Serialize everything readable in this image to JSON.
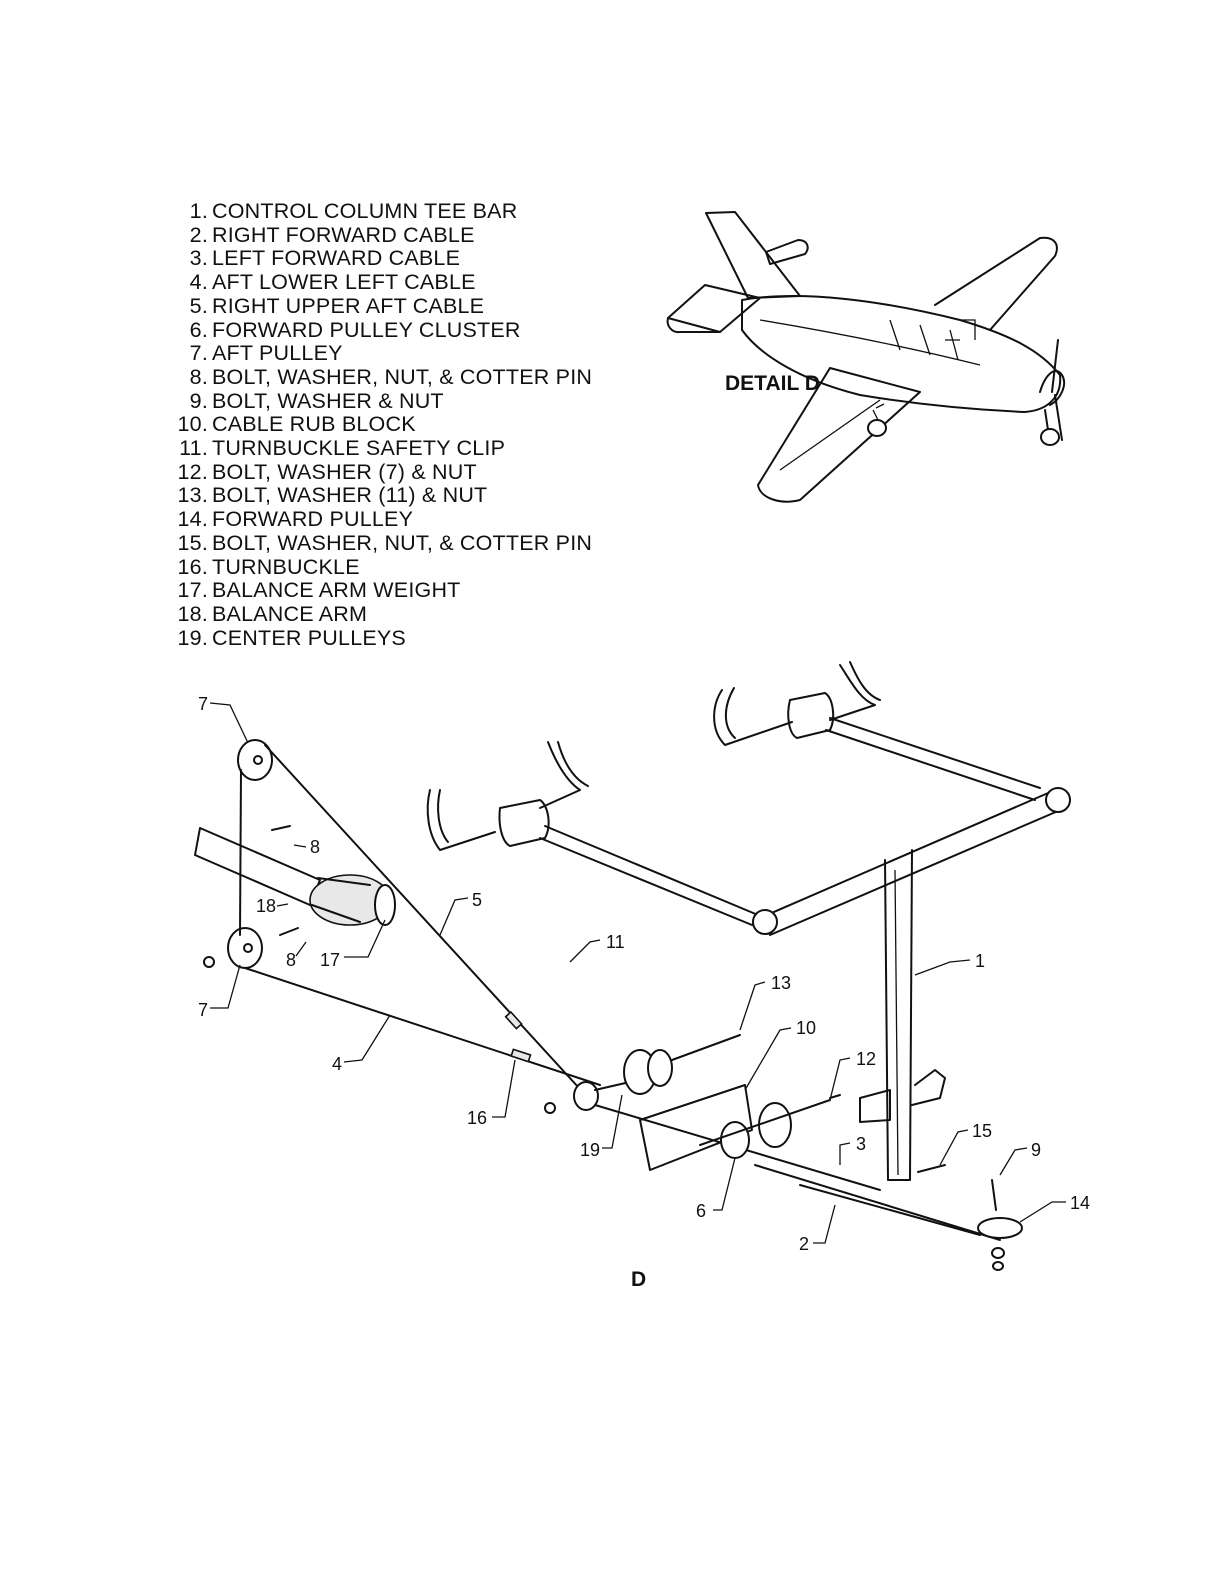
{
  "legend": [
    {
      "num": "1.",
      "text": "CONTROL COLUMN TEE BAR"
    },
    {
      "num": "2.",
      "text": "RIGHT FORWARD CABLE"
    },
    {
      "num": "3.",
      "text": "LEFT FORWARD CABLE"
    },
    {
      "num": "4.",
      "text": "AFT LOWER LEFT CABLE"
    },
    {
      "num": "5.",
      "text": "RIGHT UPPER AFT CABLE"
    },
    {
      "num": "6.",
      "text": "FORWARD PULLEY CLUSTER"
    },
    {
      "num": "7.",
      "text": "AFT PULLEY"
    },
    {
      "num": "8.",
      "text": "BOLT, WASHER, NUT, & COTTER PIN"
    },
    {
      "num": "9.",
      "text": "BOLT, WASHER & NUT"
    },
    {
      "num": "10.",
      "text": "CABLE RUB BLOCK"
    },
    {
      "num": "11.",
      "text": "TURNBUCKLE SAFETY CLIP"
    },
    {
      "num": "12.",
      "text": "BOLT, WASHER (7) & NUT"
    },
    {
      "num": "13.",
      "text": "BOLT, WASHER (11) & NUT"
    },
    {
      "num": "14.",
      "text": "FORWARD PULLEY"
    },
    {
      "num": "15.",
      "text": "BOLT, WASHER, NUT, & COTTER PIN"
    },
    {
      "num": "16.",
      "text": "TURNBUCKLE"
    },
    {
      "num": "17.",
      "text": "BALANCE ARM WEIGHT"
    },
    {
      "num": "18.",
      "text": "BALANCE ARM"
    },
    {
      "num": "19.",
      "text": "CENTER PULLEYS"
    }
  ],
  "detail_label": "DETAIL D",
  "view_letter": "D",
  "callouts": {
    "c1": "1",
    "c2": "2",
    "c3": "3",
    "c4": "4",
    "c5": "5",
    "c6": "6",
    "c7a": "7",
    "c7b": "7",
    "c8a": "8",
    "c8b": "8",
    "c9": "9",
    "c10": "10",
    "c11": "11",
    "c12": "12",
    "c13": "13",
    "c14": "14",
    "c15": "15",
    "c16": "16",
    "c17": "17",
    "c18": "18",
    "c19": "19"
  }
}
